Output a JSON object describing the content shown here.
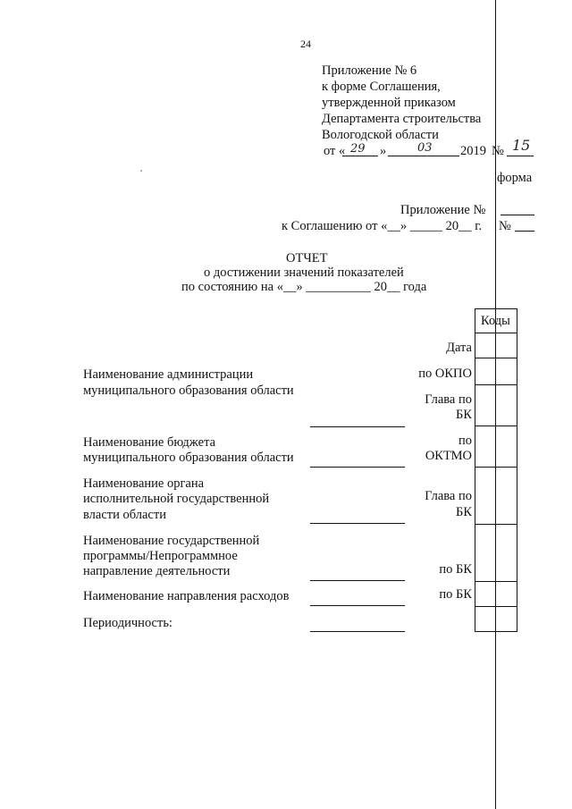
{
  "page_number": "24",
  "attachment": {
    "line1": "Приложение № 6",
    "line2": "к форме Соглашения,",
    "line3": "утвержденной приказом",
    "line4": "Департамента строительства",
    "line5": "Вологодской области",
    "date_prefix": "от «",
    "date_day": "29",
    "date_mid": "»",
    "date_month": "03",
    "date_year": "2019",
    "number_label": "№",
    "number_value": "15"
  },
  "forma_label": "форма",
  "agreement_attachment": {
    "line1": "Приложение №",
    "line2": "к Соглашению от «__» _____ 20__ г.",
    "number_label": "№"
  },
  "report": {
    "title": "ОТЧЕТ",
    "subtitle": "о достижении значений показателей",
    "as_of": "по состоянию на «__» __________ 20__ года"
  },
  "codes_header": "Коды",
  "fields": [
    {
      "label_lines": [
        "Наименование администрации",
        "муниципального образования области"
      ],
      "code_label": "Глава по БК"
    },
    {
      "label_lines": [
        "Наименование бюджета",
        "муниципального образования области"
      ],
      "code_label": "по ОКТМО"
    },
    {
      "label_lines": [
        "Наименование органа",
        "исполнительной государственной",
        "власти области"
      ],
      "code_label": "Глава по БК"
    },
    {
      "label_lines": [
        "Наименование государственной",
        "программы/Непрограммное",
        "направление деятельности"
      ],
      "code_label": "по БК"
    },
    {
      "label_lines": [
        "Наименование направления расходов"
      ],
      "code_label": "по БК"
    },
    {
      "label_lines": [
        "Периодичность:"
      ],
      "code_label": ""
    }
  ],
  "date_label": "Дата",
  "okpo_label": "по ОКПО",
  "glava_line1": "Глава по",
  "glava_line2": "БК",
  "okpo2_line1": "по",
  "okpo2_line2": "ОКТМО",
  "po_bk": "по БК"
}
